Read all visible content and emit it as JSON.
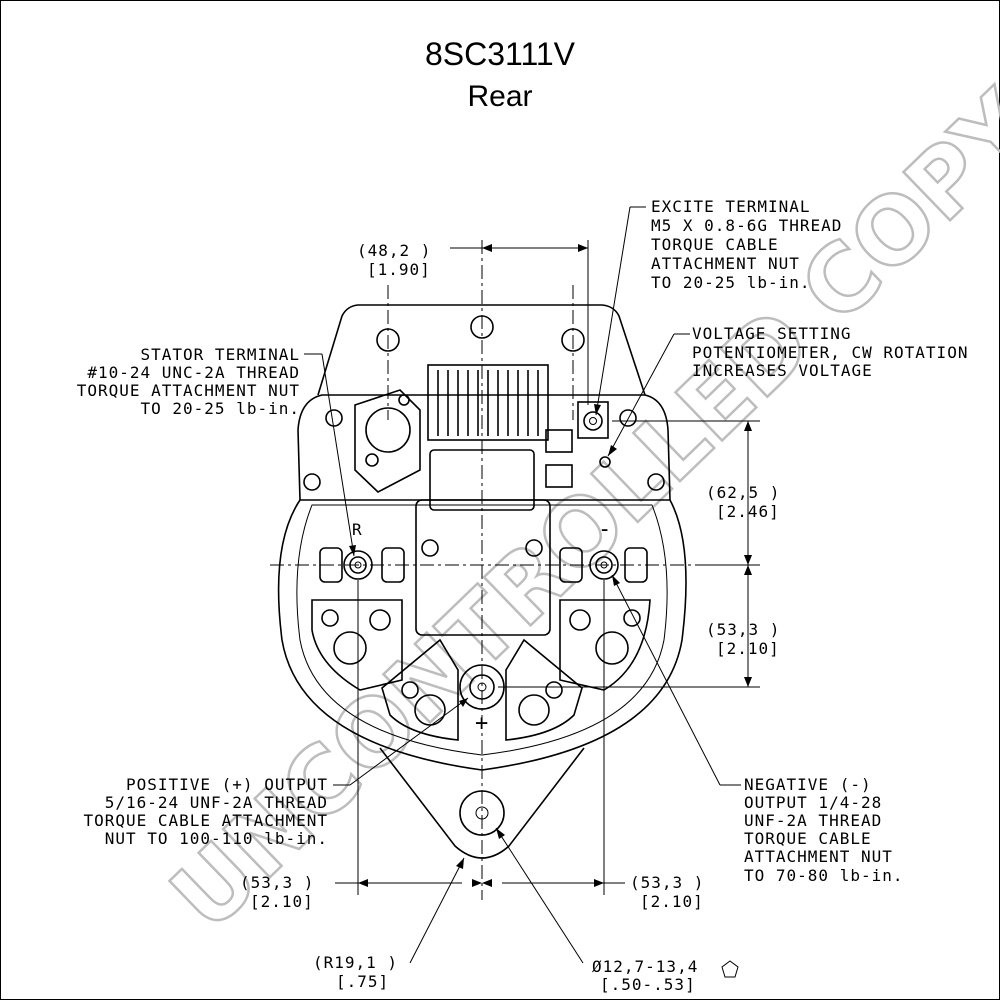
{
  "title": "8SC3111V",
  "subtitle": "Rear",
  "watermark": "UNCONTROLLED COPY",
  "dimensions": {
    "top_width_mm": "(48,2   )",
    "top_width_in": "[1.90]",
    "right_upper_mm": "(62,5   )",
    "right_upper_in": "[2.46]",
    "right_lower_mm": "(53,3   )",
    "right_lower_in": "[2.10]",
    "bottom_left_mm": "(53,3   )",
    "bottom_left_in": "[2.10]",
    "bottom_right_mm": "(53,3   )",
    "bottom_right_in": "[2.10]",
    "radius_mm": "(R19,1  )",
    "radius_in": "[.75]",
    "hole_mm": "Ø12,7-13,4",
    "hole_in": "[.50-.53]"
  },
  "callouts": {
    "excite": [
      "EXCITE TERMINAL",
      "M5 X 0.8-6G THREAD",
      "TORQUE CABLE",
      "ATTACHMENT NUT",
      "TO 20-25 lb-in."
    ],
    "voltage": [
      "VOLTAGE SETTING",
      "POTENTIOMETER, CW ROTATION",
      "INCREASES VOLTAGE"
    ],
    "stator": [
      "STATOR TERMINAL",
      "#10-24 UNC-2A THREAD",
      "TORQUE ATTACHMENT NUT",
      "TO 20-25 lb-in."
    ],
    "positive": [
      "POSITIVE (+) OUTPUT",
      "5/16-24 UNF-2A THREAD",
      "TORQUE CABLE ATTACHMENT",
      "NUT TO 100-110 lb-in."
    ],
    "negative": [
      "NEGATIVE (-)",
      "OUTPUT 1/4-28",
      "UNF-2A THREAD",
      "TORQUE CABLE",
      "ATTACHMENT NUT",
      "TO 70-80 lb-in."
    ]
  },
  "markings": {
    "stator_letter": "R",
    "plus_symbol": "+",
    "minus_symbol": "-"
  }
}
